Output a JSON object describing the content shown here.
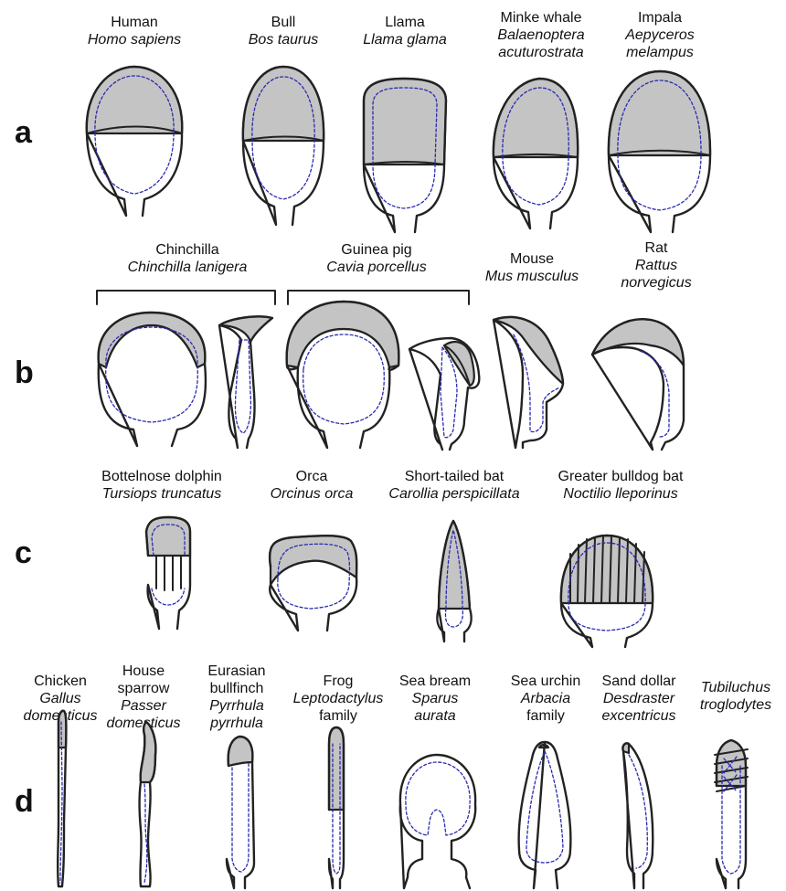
{
  "rows": {
    "a": "a",
    "b": "b",
    "c": "c",
    "d": "d"
  },
  "row_a": [
    {
      "common": "Human",
      "latin": [
        "Homo sapiens"
      ]
    },
    {
      "common": "Bull",
      "latin": [
        "Bos taurus"
      ]
    },
    {
      "common": "Llama",
      "latin": [
        "Llama glama"
      ]
    },
    {
      "common": "Minke whale",
      "latin": [
        "Balaenoptera",
        "acuturostrata"
      ]
    },
    {
      "common": "Impala",
      "latin": [
        "Aepyceros",
        "melampus"
      ]
    }
  ],
  "row_b": [
    {
      "common": "Chinchilla",
      "latin": [
        "Chinchilla lanigera"
      ]
    },
    {
      "common": "Guinea pig",
      "latin": [
        "Cavia porcellus"
      ]
    },
    {
      "common": "Mouse",
      "latin": [
        "Mus musculus"
      ]
    },
    {
      "common": "Rat",
      "latin": [
        "Rattus",
        "norvegicus"
      ]
    }
  ],
  "row_c": [
    {
      "common": "Bottelnose dolphin",
      "latin": [
        "Tursiops truncatus"
      ]
    },
    {
      "common": "Orca",
      "latin": [
        "Orcinus orca"
      ]
    },
    {
      "common": "Short-tailed bat",
      "latin": [
        "Carollia perspicillata"
      ]
    },
    {
      "common": "Greater bulldog bat",
      "latin": [
        "Noctilio lleporinus"
      ]
    }
  ],
  "row_d": [
    {
      "lines": [
        "Chicken"
      ],
      "latin": [
        "Gallus",
        "domesticus"
      ]
    },
    {
      "lines": [
        "House",
        "sparrow"
      ],
      "latin": [
        "Passer",
        "domesticus"
      ]
    },
    {
      "lines": [
        "Eurasian",
        "bullfinch"
      ],
      "latin": [
        "Pyrrhula",
        "pyrrhula"
      ]
    },
    {
      "lines": [
        "Frog"
      ],
      "latin": [
        "Leptodactylus"
      ],
      "after": [
        "family"
      ]
    },
    {
      "lines": [
        "Sea bream"
      ],
      "latin": [
        "Sparus",
        "aurata"
      ]
    },
    {
      "lines": [
        "Sea urchin"
      ],
      "latin": [
        "Arbacia"
      ],
      "after": [
        "family"
      ]
    },
    {
      "lines": [
        "Sand dollar"
      ],
      "latin": [
        "Desdraster",
        "excentricus"
      ]
    },
    {
      "lines": [],
      "latin": [
        "Tubiluchus",
        "troglodytes"
      ]
    }
  ],
  "colors": {
    "fill": "#c4c4c4",
    "outline": "#222222",
    "dash": "#2a2ab0"
  }
}
